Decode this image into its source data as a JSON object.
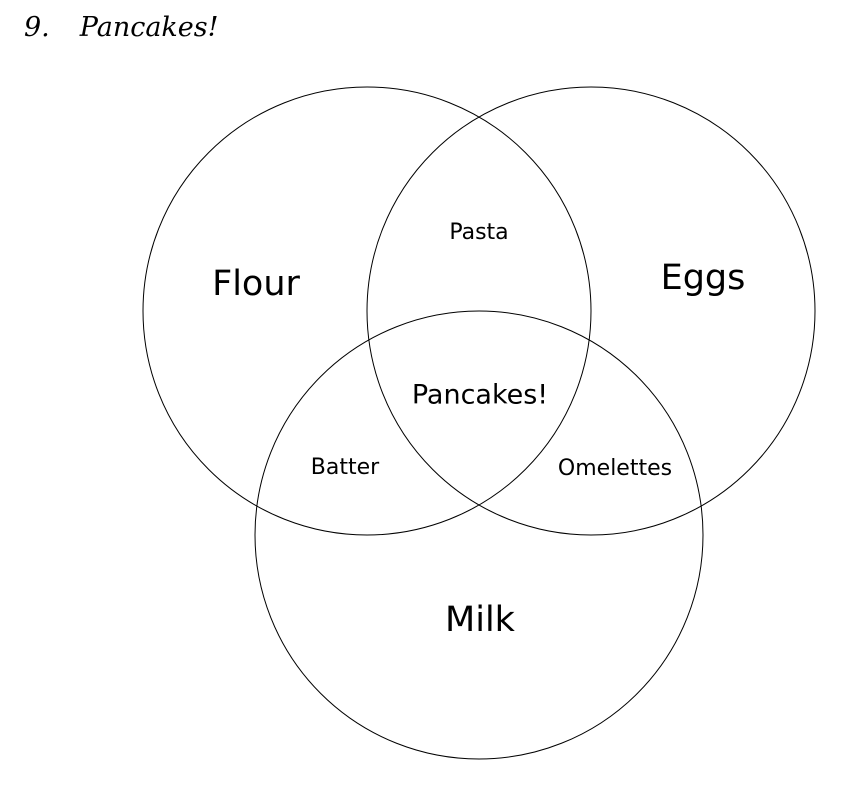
{
  "heading": {
    "number": "9.",
    "title": "Pancakes!"
  },
  "venn": {
    "sets": [
      {
        "id": "flour",
        "label": "Flour"
      },
      {
        "id": "eggs",
        "label": "Eggs"
      },
      {
        "id": "milk",
        "label": "Milk"
      }
    ],
    "intersections": {
      "flour_eggs": "Pasta",
      "flour_milk": "Batter",
      "eggs_milk": "Omelettes",
      "all": "Pancakes!"
    }
  }
}
